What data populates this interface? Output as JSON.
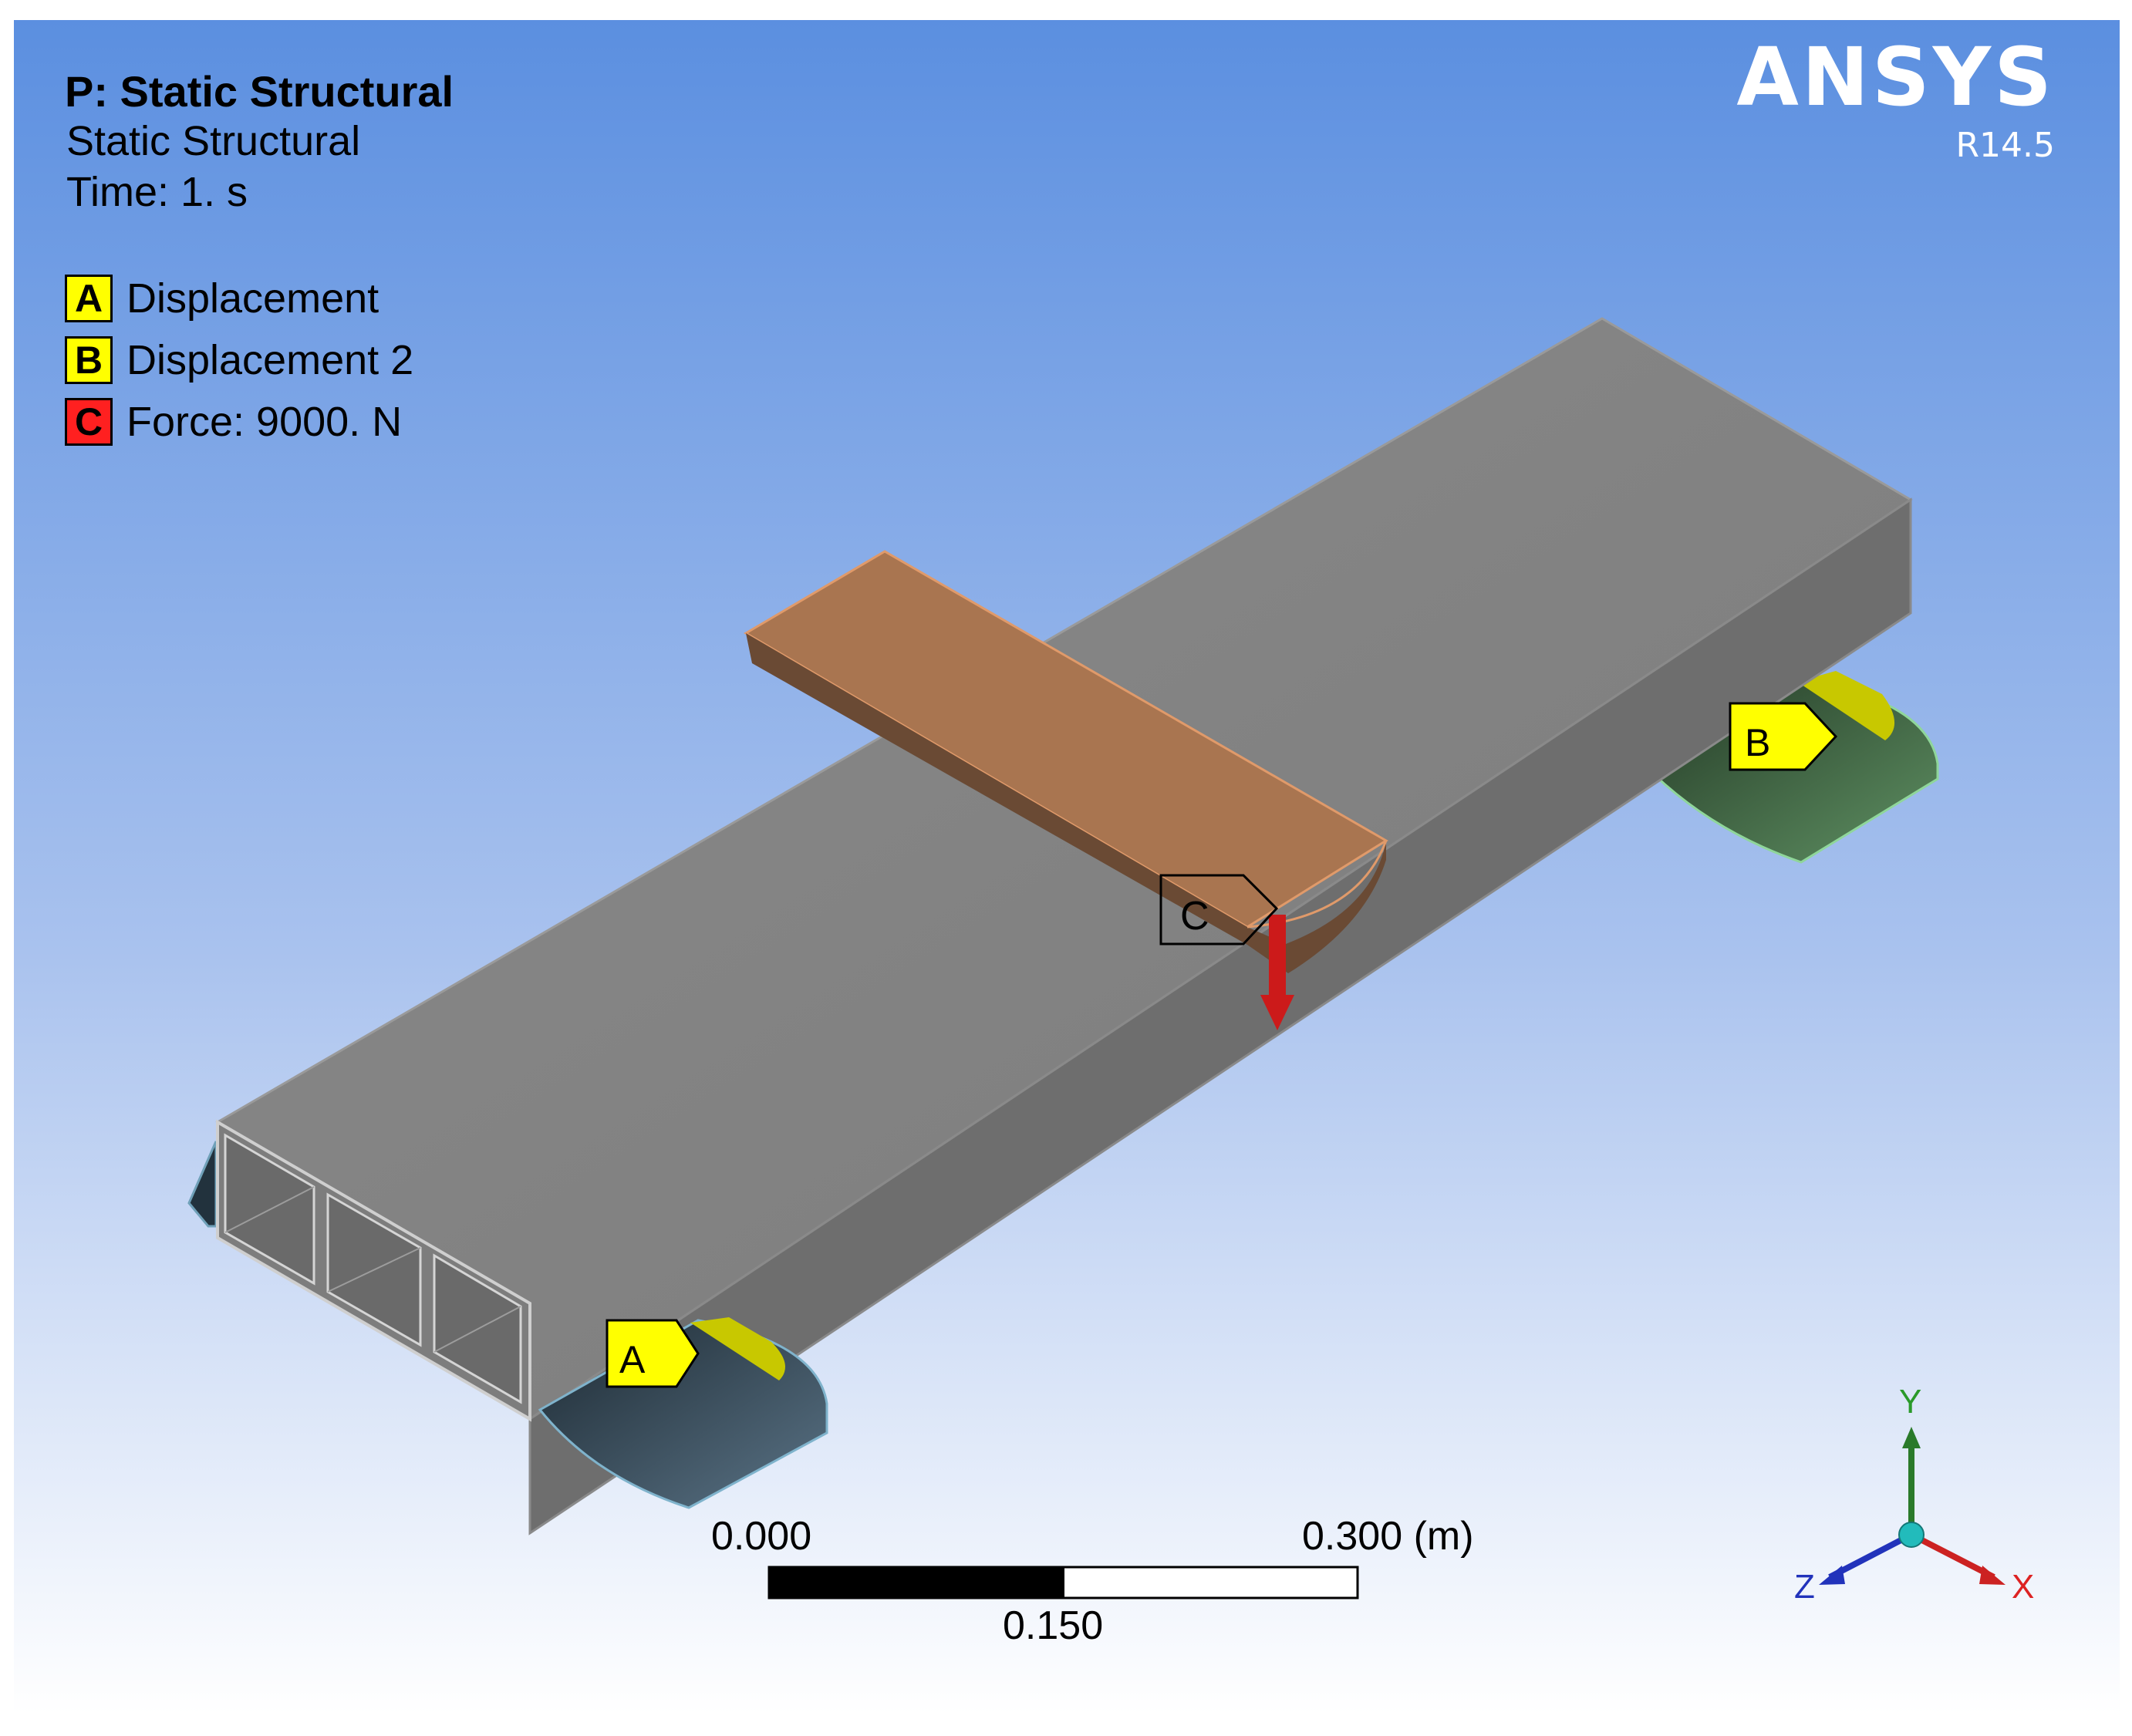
{
  "header": {
    "model_title": "P: Static Structural",
    "analysis_name": "Static Structural",
    "time_label": "Time: 1. s"
  },
  "legend": [
    {
      "key": "A",
      "label": "Displacement",
      "color": "#ffff00"
    },
    {
      "key": "B",
      "label": "Displacement 2",
      "color": "#ffff00"
    },
    {
      "key": "C",
      "label": "Force: 9000. N",
      "color": "#ff2020"
    }
  ],
  "brand": {
    "name": "ANSYS",
    "version": "R14.5"
  },
  "model_tags": {
    "support_a": "A",
    "support_b": "B",
    "force": "C"
  },
  "scale_bar": {
    "min_label": "0.000",
    "max_label": "0.300 (m)",
    "mid_label": "0.150"
  },
  "triad": {
    "x_label": "X",
    "y_label": "Y",
    "z_label": "Z"
  },
  "colors": {
    "background_top": "#5b8fe0",
    "background_bottom": "#ffffff",
    "beam": "#808080",
    "load_block": "#a97550",
    "support": "#3e5566",
    "support_b": "#4a7a4f",
    "tag_yellow": "#ffff00",
    "force_arrow": "#cc1a1a"
  }
}
